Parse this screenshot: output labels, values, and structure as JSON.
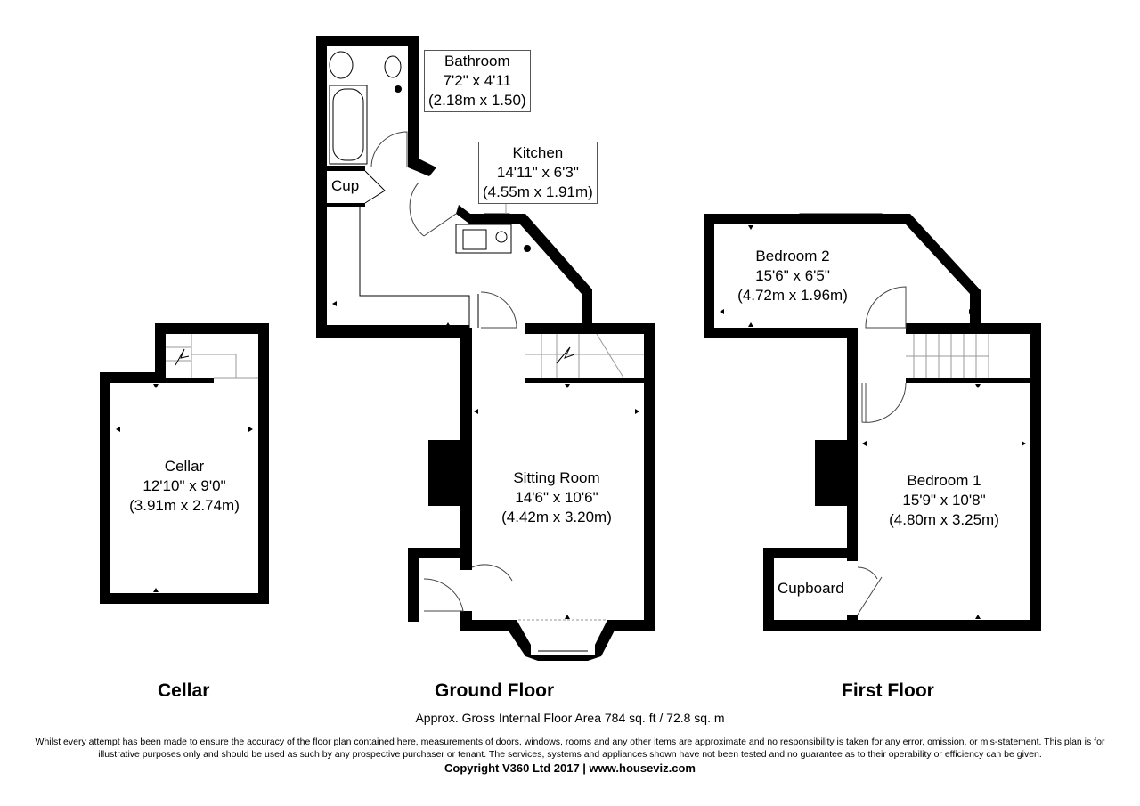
{
  "rooms": {
    "bathroom": {
      "name": "Bathroom",
      "imperial": "7'2\" x 4'11",
      "metric": "(2.18m x 1.50)"
    },
    "kitchen": {
      "name": "Kitchen",
      "imperial": "14'11\" x 6'3\"",
      "metric": "(4.55m x 1.91m)"
    },
    "cup": {
      "name": "Cup"
    },
    "cellar": {
      "name": "Cellar",
      "imperial": "12'10\" x 9'0\"",
      "metric": "(3.91m x 2.74m)"
    },
    "sitting_room": {
      "name": "Sitting Room",
      "imperial": "14'6\" x 10'6\"",
      "metric": "(4.42m x 3.20m)"
    },
    "bedroom2": {
      "name": "Bedroom 2",
      "imperial": "15'6\" x 6'5\"",
      "metric": "(4.72m x 1.96m)"
    },
    "bedroom1": {
      "name": "Bedroom 1",
      "imperial": "15'9\" x 10'8\"",
      "metric": "(4.80m x 3.25m)"
    },
    "cupboard": {
      "name": "Cupboard"
    }
  },
  "floors": {
    "cellar": "Cellar",
    "ground": "Ground Floor",
    "first": "First Floor"
  },
  "area": "Approx. Gross Internal Floor Area 784 sq. ft / 72.8 sq. m",
  "disclaimer": "Whilst every attempt has been made to ensure the accuracy of the floor plan contained here, measurements of doors, windows, rooms and any other items are approximate and no responsibility is taken for any error, omission, or mis-statement. This plan is for illustrative purposes only and should be used as such by any prospective purchaser or tenant. The services, systems and appliances shown have not been tested and no guarantee as to their operability or efficiency can be given.",
  "copyright": "Copyright V360 Ltd 2017 | www.houseviz.com",
  "colors": {
    "walls": "#000000",
    "background": "#ffffff"
  }
}
